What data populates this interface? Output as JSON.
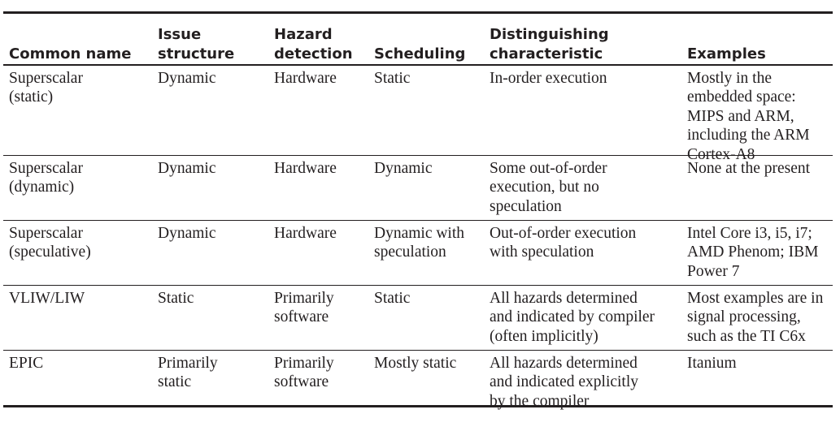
{
  "table": {
    "headers": [
      "Common name",
      "Issue\nstructure",
      "Hazard\ndetection",
      "Scheduling",
      "Distinguishing\ncharacteristic",
      "Examples"
    ],
    "rows": [
      [
        "Superscalar\n(static)",
        "Dynamic",
        "Hardware",
        "Static",
        "In-order execution",
        "Mostly in the\nembedded space:\nMIPS and ARM,\nincluding the ARM\nCortex-A8"
      ],
      [
        "Superscalar\n(dynamic)",
        "Dynamic",
        "Hardware",
        "Dynamic",
        "Some out-of-order\nexecution, but no\nspeculation",
        "None at the present"
      ],
      [
        "Superscalar\n(speculative)",
        "Dynamic",
        "Hardware",
        "Dynamic with\nspeculation",
        "Out-of-order execution\nwith speculation",
        "Intel Core i3, i5, i7;\nAMD Phenom; IBM\nPower 7"
      ],
      [
        "VLIW/LIW",
        "Static",
        "Primarily\nsoftware",
        "Static",
        "All hazards determined\nand indicated by compiler\n(often implicitly)",
        "Most examples are in\nsignal processing,\nsuch as the TI C6x"
      ],
      [
        "EPIC",
        "Primarily\nstatic",
        "Primarily\nsoftware",
        "Mostly static",
        "All hazards determined\nand indicated explicitly\nby the compiler",
        "Itanium"
      ]
    ]
  }
}
